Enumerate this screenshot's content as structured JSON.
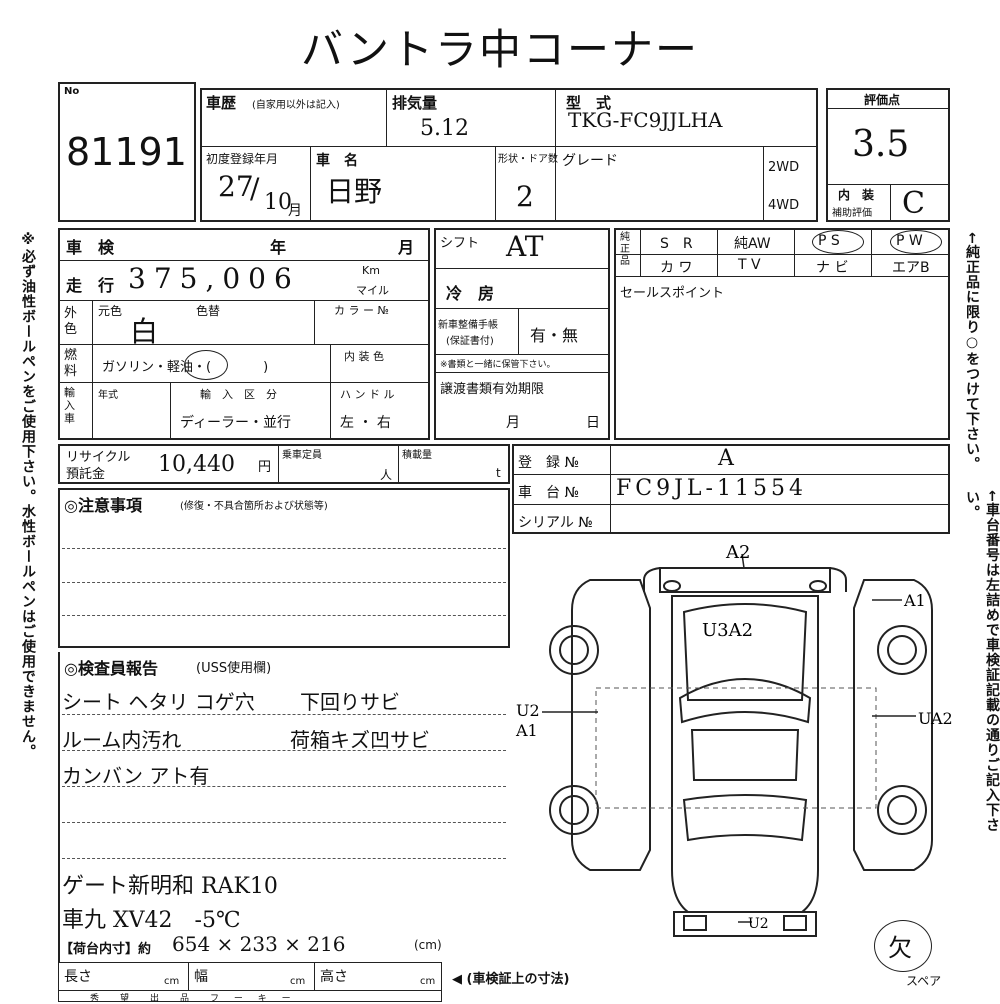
{
  "header": {
    "title": "バントラ中コーナー"
  },
  "no_box": {
    "label": "No",
    "number": "81191"
  },
  "history": {
    "label": "車歴",
    "note": "(自家用以外は記入)"
  },
  "displacement": {
    "label": "排気量",
    "value": "5.12"
  },
  "model": {
    "label": "型　式",
    "value": "TKG-FC9JJLHA"
  },
  "score": {
    "label": "評価点",
    "value": "3.5"
  },
  "first_reg": {
    "label": "初度登録年月",
    "value": "27",
    "sep": "/",
    "value2": "10",
    "unit": "月"
  },
  "car_name": {
    "label": "車　名",
    "value": "日野"
  },
  "doors": {
    "label": "形状・ドア数",
    "value": "2"
  },
  "grade": {
    "label": "グレード"
  },
  "drive": {
    "two": "2WD",
    "four": "4WD"
  },
  "interior_score": {
    "label1": "内　装",
    "label2": "補助評価",
    "value": "C"
  },
  "inspection": {
    "label": "車　検",
    "year": "年",
    "month": "月"
  },
  "mileage": {
    "label": "走　行",
    "value": "375,006",
    "unit1": "Km",
    "unit2": "マイル"
  },
  "shift": {
    "label": "シフト",
    "value": "AT"
  },
  "ac": {
    "label": "冷　房"
  },
  "genuine": {
    "label": "純正品",
    "items": [
      "S　R",
      "純AW",
      "P S",
      "P W",
      "カ ワ",
      "T V",
      "ナ ビ",
      "エアB"
    ]
  },
  "sales_point": {
    "label": "セールスポイント"
  },
  "color": {
    "label": "外色",
    "original": "元色",
    "value": "白",
    "change": "色替",
    "color_no": "カ ラ ー №"
  },
  "manual": {
    "label": "新車整備手帳",
    "label2": "(保証書付)",
    "value": "有・無",
    "note": "※書類と一緒に保管下さい。"
  },
  "fuel": {
    "label": "燃料",
    "options": "ガソリン・軽油・(　　　　)",
    "interior_color": "内 装 色"
  },
  "transfer": {
    "label": "譲渡書類有効期限",
    "month": "月",
    "day": "日"
  },
  "import": {
    "label": "輸入車",
    "year": "年式",
    "category_label": "輸　入　区　分",
    "category": "ディーラー・並行",
    "handle_label": "ハ ン ド ル",
    "handle": "左 ・ 右"
  },
  "recycle": {
    "label1": "リサイクル",
    "label2": "預託金",
    "value": "10,440",
    "unit": "円"
  },
  "capacity": {
    "label": "乗車定員",
    "unit": "人"
  },
  "load": {
    "label": "積載量",
    "unit": "t"
  },
  "registration": {
    "label": "登　録 №",
    "value": "A"
  },
  "chassis": {
    "label": "車　台 №",
    "value": "FC9JL-11554"
  },
  "serial": {
    "label": "シリアル №"
  },
  "notes": {
    "label": "◎注意事項",
    "sub": "(修復・不具合箇所および状態等)"
  },
  "report": {
    "label": "◎検査員報告",
    "sub": "(USS使用欄)",
    "lines": [
      "シート ヘタリ コゲ穴",
      "下回りサビ",
      "ルーム内汚れ",
      "荷箱キズ凹サビ",
      "カンバン アト有",
      "ゲート新明和 RAK10",
      "車九 XV42　-5℃"
    ]
  },
  "cargo": {
    "label": "【荷台内寸】約",
    "value": "654 × 233 × 216",
    "unit": "(cm)"
  },
  "dims": {
    "length": "長さ",
    "width": "幅",
    "height": "高さ",
    "unit": "cm"
  },
  "cert_note": "◀ (車検証上の寸法)",
  "spare": {
    "label": "スペア",
    "mark": "欠"
  },
  "diagram": {
    "labels": [
      "A2",
      "U3A2",
      "A1",
      "U2",
      "A1",
      "UA2",
      "U2"
    ]
  },
  "side_left": "※必ず油性ボールペンをご使用下さい。水性ボールペンはご使用できません。",
  "side_right_top": "←純正品に限り○をつけて下さい。",
  "side_right_bottom": "←車台番号は左詰めで車検証記載の通りご記入下さい。",
  "footer_partial": "秀　望　出　品　フ ー キ ー"
}
